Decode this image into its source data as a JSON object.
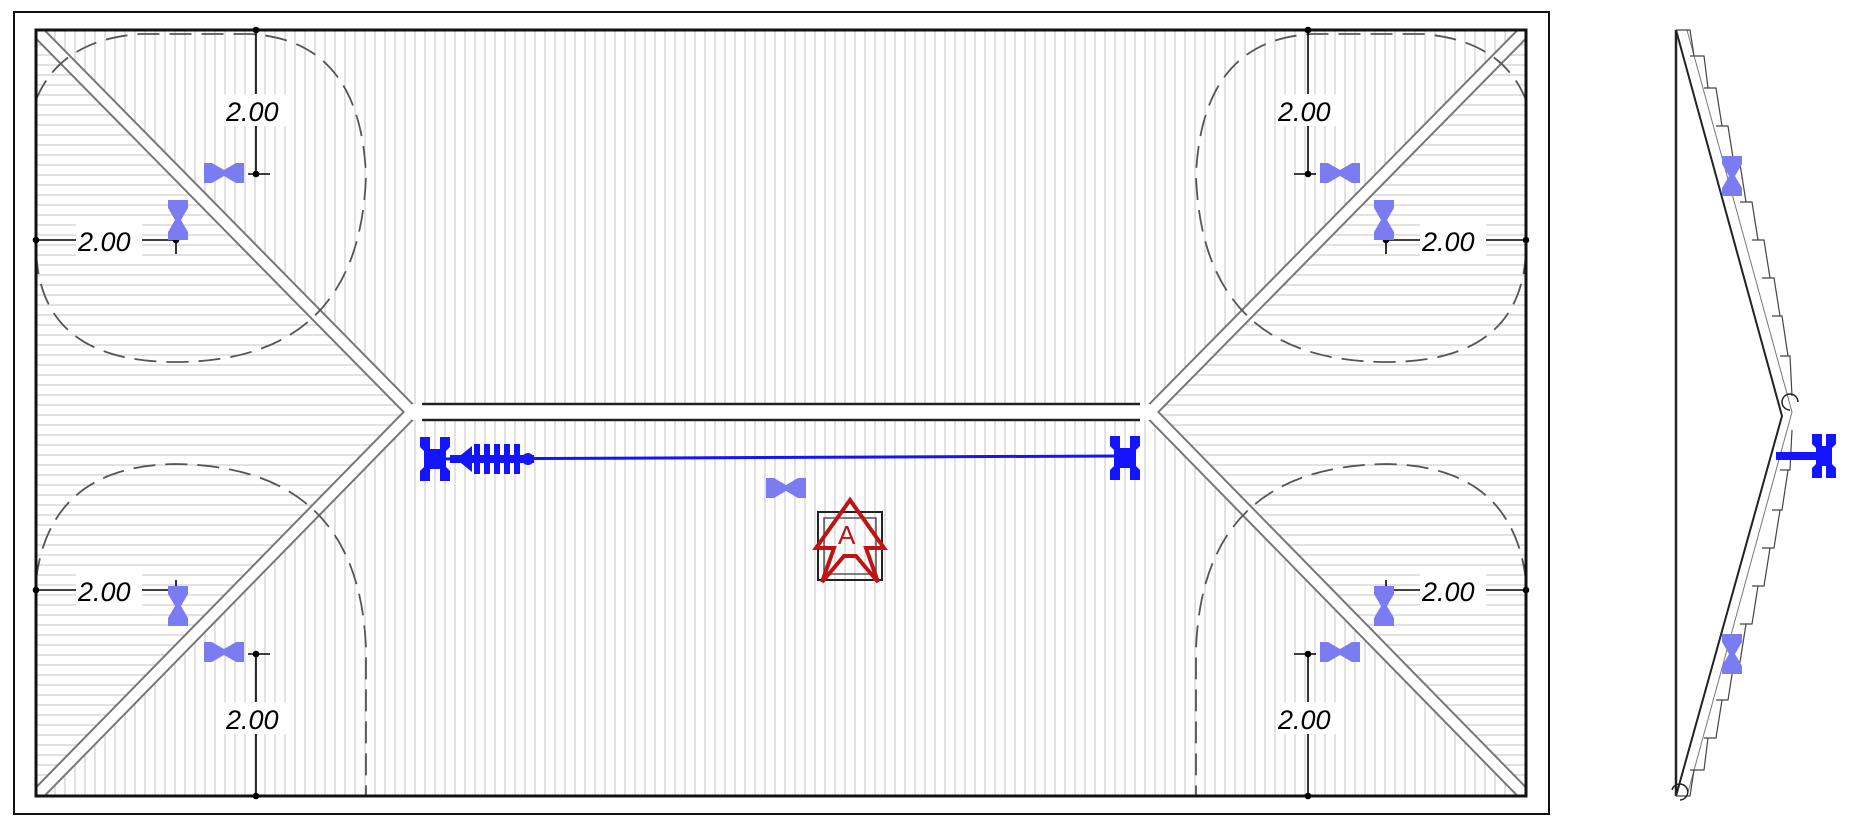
{
  "drawing": {
    "dimension_labels": {
      "top_left_v": "2.00",
      "top_left_h": "2.00",
      "bottom_left_h": "2.00",
      "bottom_left_v": "2.00",
      "top_right_v": "2.00",
      "top_right_h": "2.00",
      "bottom_right_h": "2.00",
      "bottom_right_v": "2.00"
    },
    "anchor_label": "A",
    "colors": {
      "outline": "#111111",
      "hatch": "#bdbdbd",
      "ridge_fill": "#ffffff",
      "dashed_circle": "#555555",
      "support_primary": "#1414ff",
      "support_light": "#7b7bf2",
      "anchor": "#c01414"
    },
    "icons": [
      "roof-anchor-icon",
      "bow-tie-support-icon",
      "lifeline-end-post-icon",
      "shock-absorber-icon"
    ]
  }
}
